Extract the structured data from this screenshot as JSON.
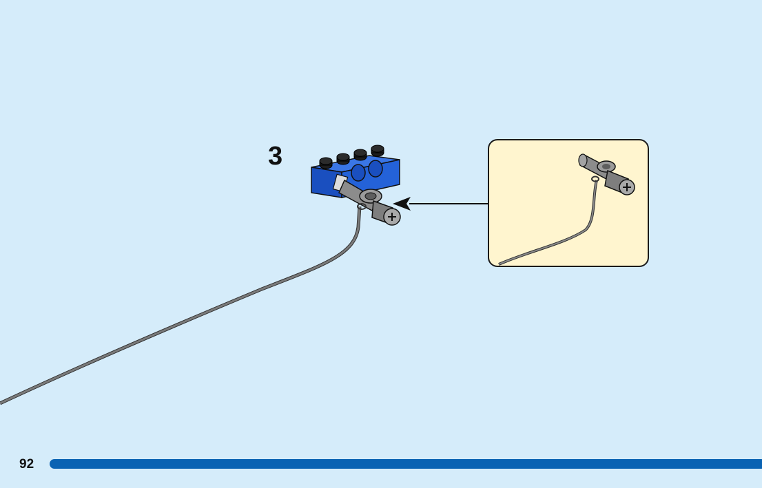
{
  "step": {
    "number": "3"
  },
  "footer": {
    "page_number": "92",
    "bar_color": "#0a63b3"
  },
  "colors": {
    "background": "#d5ecfa",
    "callout_background": "#fff5cf",
    "brick": "#1f5fd6",
    "connector": "#8a8a8a",
    "string": "#6b6b6b"
  },
  "parts": {
    "brick": "blue-technic-brick-1x4-with-holes",
    "connector": "gray-pin-connector-with-string"
  }
}
